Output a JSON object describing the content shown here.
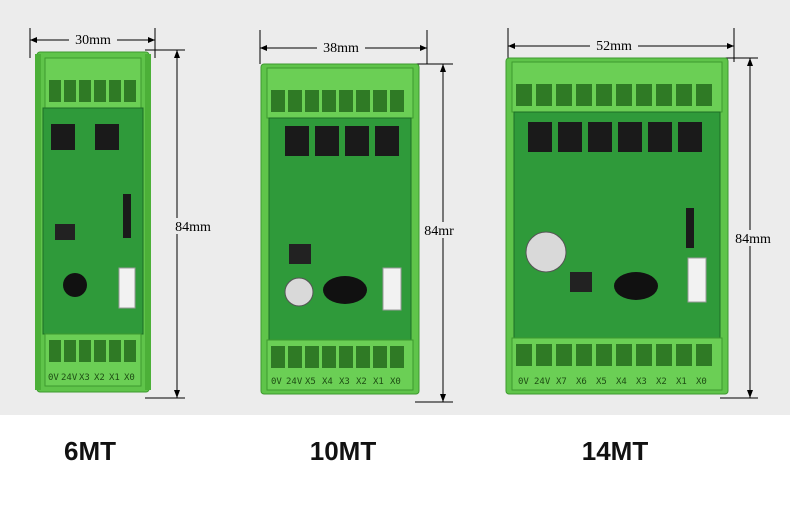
{
  "products": [
    {
      "model": "6MT",
      "width_label": "30mm",
      "height_label": "84mm",
      "terminal_labels": [
        "0V",
        "24V",
        "X3",
        "X2",
        "X1",
        "X0"
      ]
    },
    {
      "model": "10MT",
      "width_label": "38mm",
      "height_label": "84mr",
      "terminal_labels": [
        "0V",
        "24V",
        "X5",
        "X4",
        "X3",
        "X2",
        "X1",
        "X0"
      ]
    },
    {
      "model": "14MT",
      "width_label": "52mm",
      "height_label": "84mm",
      "terminal_labels": [
        "0V",
        "24V",
        "X7",
        "X6",
        "X5",
        "X4",
        "X3",
        "X2",
        "X1",
        "X0"
      ]
    }
  ],
  "colors": {
    "housing": "#5fc44a",
    "housing_dark": "#3e9a2f",
    "pcb": "#2f9a3a",
    "terminal": "#6bcf55"
  }
}
